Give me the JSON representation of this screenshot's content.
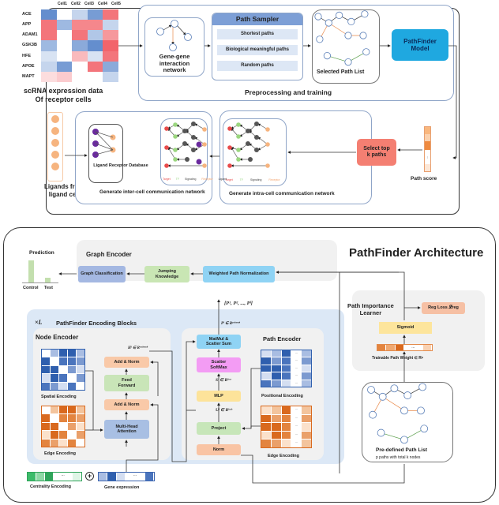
{
  "top": {
    "heatmap": {
      "columns": [
        "Cell1",
        "Cell2",
        "Cell3",
        "Cell4",
        "Cell5"
      ],
      "rows": [
        "ACE",
        "APP",
        "ADAM1",
        "GSK3B",
        "HFE",
        "APOE",
        "MAPT"
      ],
      "values": [
        [
          -0.8,
          0,
          -0.3,
          -0.7,
          0.8
        ],
        [
          0.8,
          -0.5,
          0.7,
          0.7,
          -0.3
        ],
        [
          0.8,
          0,
          0.8,
          -0.4,
          0.6
        ],
        [
          -0.5,
          0,
          -0.6,
          -0.8,
          0.9
        ],
        [
          -0.2,
          0,
          0.4,
          -0.2,
          0.8
        ],
        [
          -0.3,
          -0.7,
          0,
          0.8,
          -0.6
        ],
        [
          0.2,
          0.3,
          0,
          0,
          -0.3
        ]
      ],
      "caption_line1": "scRNA expression data",
      "caption_line2": "Of receptor cells"
    },
    "gene_network_label": "Gene-gene interaction network",
    "path_sampler": {
      "title": "Path Sampler",
      "items": [
        "Shortest paths",
        "Biological meaningful paths",
        "Random paths"
      ]
    },
    "selected_path_list": "Selected Path List",
    "pathfinder_model": "PathFinder Model",
    "preprocessing_label": "Preprocessing and training",
    "path_score_label": "Path score",
    "path_score_dots": "...",
    "select_top_k": "Select top k paths",
    "intra_label": "Generate intra-cell communication network",
    "inter_label": "Generate inter-cell communication network",
    "ligand_receptor_db": "Ligand Receptor Database",
    "ligands_label_line1": "Ligands from",
    "ligands_label_line2": "ligand cell",
    "legend_intra": [
      "Target",
      "TF",
      "Signaling",
      "Receptor"
    ],
    "legend_inter": [
      "Target",
      "TF",
      "Signaling",
      "Receptor",
      "Ligand"
    ]
  },
  "bottom": {
    "title": "PathFinder Architecture",
    "prediction": {
      "title": "Prediction",
      "categories": [
        "Control",
        "Test"
      ],
      "values": [
        1.0,
        0.22
      ]
    },
    "graph_encoder": {
      "title": "Graph Encoder",
      "graph_classification": "Graph Classification",
      "jumping_knowledge": "Jumping Knowledge",
      "weighted_path_norm": "Weighted Path Normalization"
    },
    "path_set_label": "[P¹, P², ..., Pˡ]",
    "blocks": {
      "repeat": "×L",
      "title": "PathFinder Encoding Blocks"
    },
    "node_encoder": {
      "title": "Node Encoder",
      "h_label": "Hˡ ∈ Rⁿˣʰᵉᵐᵇ",
      "add_norm": "Add & Norm",
      "feed_forward": "Feed Forward",
      "mha": "Multi-Head Attention",
      "spatial": "Spatial Encoding",
      "edge": "Edge Encoding"
    },
    "path_encoder": {
      "title": "Path Encoder",
      "p_label": "Pˡ ∈ Rᵖˣʰᵉᵐᵇ",
      "matmul": "MatMul & Scatter Sum",
      "softmax": "Scatter SoftMax",
      "s_label": "Sˡ ∈ Rᵏˣʳ",
      "mlp": "MLP",
      "u_label": "Uˡ ∈ Rᵏˣʰ",
      "project": "Project",
      "norm": "Norm",
      "positional": "Positional Encoding",
      "edge": "Edge Encoding",
      "dots": "..."
    },
    "centrality": "Centrality Encoding",
    "gene_expression": "Gene expression",
    "plus": "+",
    "importance": {
      "title_line1": "Path Importance",
      "title_line2": "Learner",
      "reg_loss": "Reg Loss 𝓛reg",
      "sigmoid": "Sigmoid",
      "weight_label": "Trainable Path Weight ∈ Rᵖ"
    },
    "predefined": {
      "title": "Pre-defined Path List",
      "subtitle": "p paths with total k nodes"
    }
  },
  "colors": {
    "heat_red": "#f0535a",
    "heat_blue": "#3d72c2",
    "model_blue": "#1fa8e0",
    "select_salmon": "#f47f72",
    "add_norm": "#f9c9a8",
    "feed_forward": "#c9e5b8",
    "mha": "#a8bfe3",
    "matmul": "#8fd3f4",
    "softmax": "#f39cf4",
    "mlp": "#fde39a",
    "project": "#c7e6b9",
    "norm": "#f9c4a4",
    "graph_class": "#a4b8e2",
    "jumping": "#c9e6b4",
    "weighted_norm": "#8fd3f4",
    "blocks_bg": "#dce8f6",
    "reg_loss": "#f6c0a4",
    "sigmoid": "#fde59c"
  }
}
